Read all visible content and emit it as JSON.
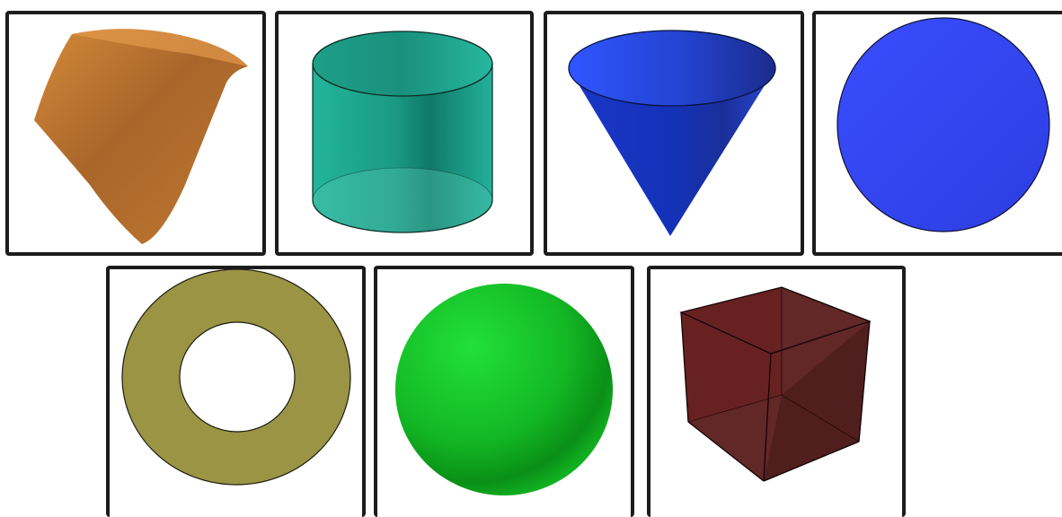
{
  "shapes": [
    {
      "id": "surface",
      "color": "#c0772e"
    },
    {
      "id": "cylinder",
      "color": "#1fa08c"
    },
    {
      "id": "cone",
      "color": "#1f3fd8"
    },
    {
      "id": "disk",
      "color": "#3346f2"
    },
    {
      "id": "annulus",
      "color": "#9a9444"
    },
    {
      "id": "sphere",
      "color": "#17c92a"
    },
    {
      "id": "cube",
      "color": "#5e1e1e"
    }
  ]
}
